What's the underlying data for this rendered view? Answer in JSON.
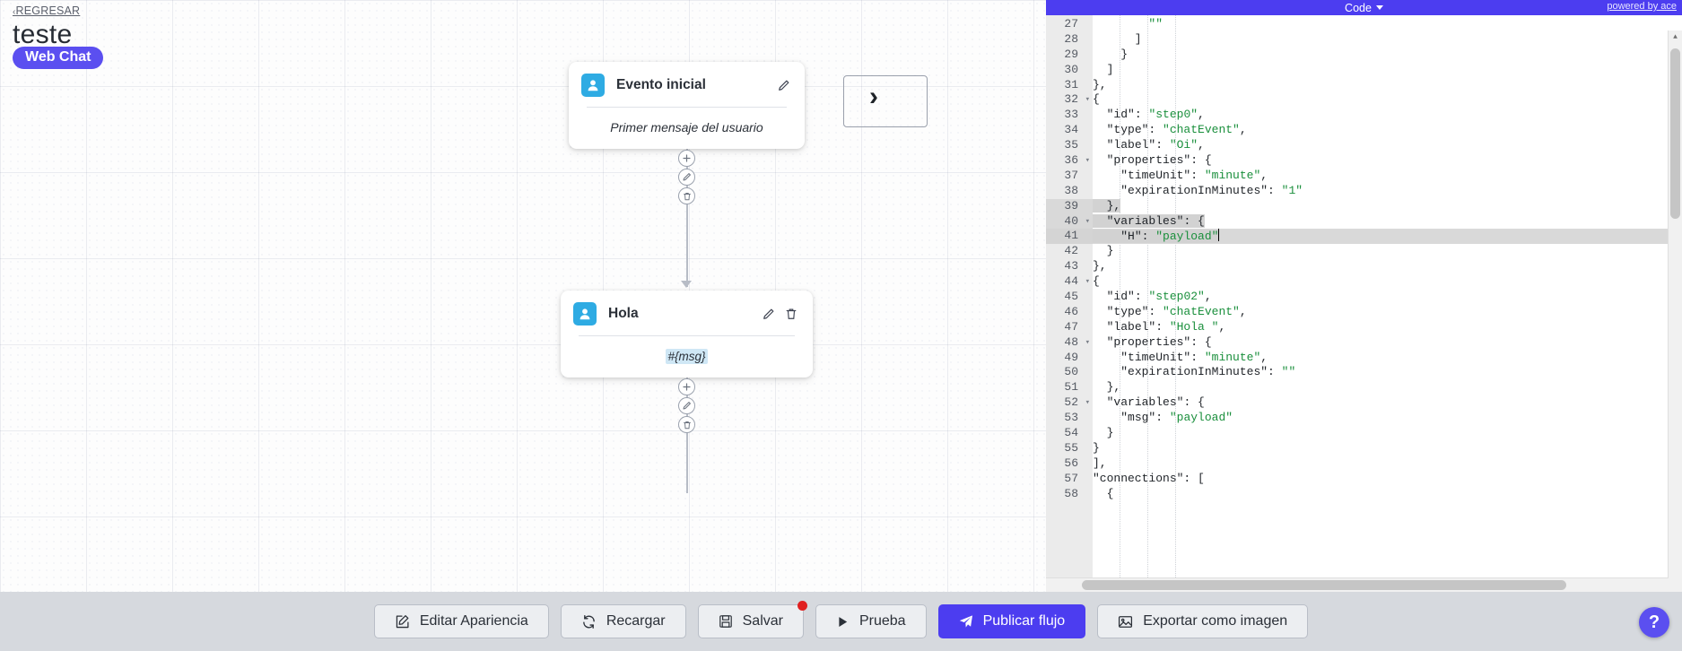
{
  "header": {
    "back_label": "REGRESAR",
    "back_chevron": "‹",
    "flow_title": "teste",
    "channel_badge": "Web Chat"
  },
  "canvas": {
    "nodes": [
      {
        "icon": "user-avatar-icon",
        "title": "Evento inicial",
        "body_text": "Primer mensaje del usuario",
        "has_edit": true,
        "has_delete": false
      },
      {
        "icon": "user-avatar-icon",
        "title": "Hola",
        "body_text": "#{msg}",
        "has_edit": true,
        "has_delete": true
      }
    ],
    "mini_buttons": [
      {
        "name": "add-step-button",
        "glyph": "+"
      },
      {
        "name": "edit-step-button",
        "glyph": "pencil"
      },
      {
        "name": "delete-step-button",
        "glyph": "trash"
      }
    ]
  },
  "code_panel": {
    "title": "Code",
    "powered_by": "powered by ace",
    "first_line_number": 27,
    "active_line": 41,
    "selected_lines": [
      39,
      40,
      41
    ],
    "folded_markers": [
      32,
      36,
      40,
      44,
      48,
      52
    ],
    "lines": [
      {
        "n": 27,
        "text": "        \"\""
      },
      {
        "n": 28,
        "text": "      ]"
      },
      {
        "n": 29,
        "text": "    }"
      },
      {
        "n": 30,
        "text": "  ]"
      },
      {
        "n": 31,
        "text": "},"
      },
      {
        "n": 32,
        "text": "{"
      },
      {
        "n": 33,
        "text": "  \"id\": \"step0\","
      },
      {
        "n": 34,
        "text": "  \"type\": \"chatEvent\","
      },
      {
        "n": 35,
        "text": "  \"label\": \"Oi\","
      },
      {
        "n": 36,
        "text": "  \"properties\": {"
      },
      {
        "n": 37,
        "text": "    \"timeUnit\": \"minute\","
      },
      {
        "n": 38,
        "text": "    \"expirationInMinutes\": \"1\""
      },
      {
        "n": 39,
        "text": "  },"
      },
      {
        "n": 40,
        "text": "  \"variables\": {"
      },
      {
        "n": 41,
        "text": "    \"H\": \"payload\""
      },
      {
        "n": 42,
        "text": "  }"
      },
      {
        "n": 43,
        "text": "},"
      },
      {
        "n": 44,
        "text": "{"
      },
      {
        "n": 45,
        "text": "  \"id\": \"step02\","
      },
      {
        "n": 46,
        "text": "  \"type\": \"chatEvent\","
      },
      {
        "n": 47,
        "text": "  \"label\": \"Hola \","
      },
      {
        "n": 48,
        "text": "  \"properties\": {"
      },
      {
        "n": 49,
        "text": "    \"timeUnit\": \"minute\","
      },
      {
        "n": 50,
        "text": "    \"expirationInMinutes\": \"\""
      },
      {
        "n": 51,
        "text": "  },"
      },
      {
        "n": 52,
        "text": "  \"variables\": {"
      },
      {
        "n": 53,
        "text": "    \"msg\": \"payload\""
      },
      {
        "n": 54,
        "text": "  }"
      },
      {
        "n": 55,
        "text": "}"
      },
      {
        "n": 56,
        "text": "],"
      },
      {
        "n": 57,
        "text": "\"connections\": ["
      },
      {
        "n": 58,
        "text": "  {"
      }
    ]
  },
  "toolbar": {
    "buttons": [
      {
        "name": "edit-appearance-button",
        "label": "Editar Apariencia",
        "icon": "pencil-square-icon",
        "primary": false,
        "dirty": false
      },
      {
        "name": "reload-button",
        "label": "Recargar",
        "icon": "refresh-icon",
        "primary": false,
        "dirty": false
      },
      {
        "name": "save-button",
        "label": "Salvar",
        "icon": "floppy-disk-icon",
        "primary": false,
        "dirty": true
      },
      {
        "name": "test-button",
        "label": "Prueba",
        "icon": "play-icon",
        "primary": false,
        "dirty": false
      },
      {
        "name": "publish-flow-button",
        "label": "Publicar flujo",
        "icon": "paper-plane-icon",
        "primary": true,
        "dirty": false
      },
      {
        "name": "export-image-button",
        "label": "Exportar como imagen",
        "icon": "image-icon",
        "primary": false,
        "dirty": false
      }
    ]
  },
  "help": {
    "glyph": "?"
  },
  "colors": {
    "accent": "#4c3df0",
    "badge": "#5b4ff0",
    "node_icon": "#2eabe3",
    "toolbar_bg": "#d6d9de",
    "dirty_dot": "#e02020",
    "token_highlight": "#cfe7f5",
    "string_token": "#1a8f3c"
  }
}
